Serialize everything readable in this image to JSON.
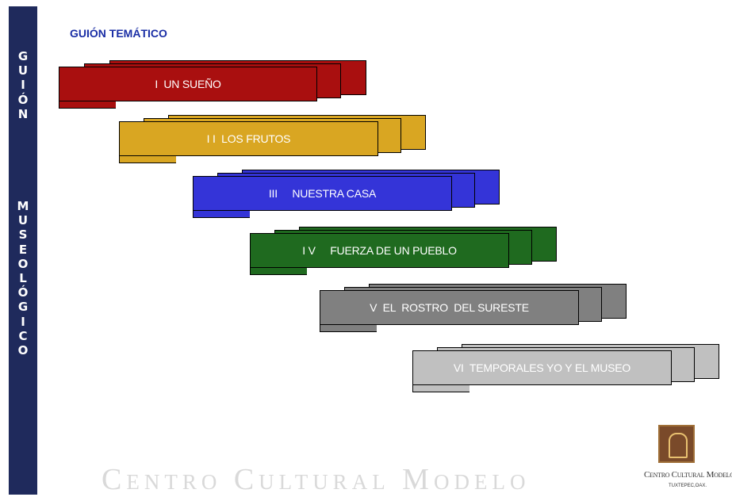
{
  "sidebar": {
    "letters_top": [
      "G",
      "U",
      "I",
      "Ó",
      "N"
    ],
    "letters_bottom": [
      "M",
      "U",
      "S",
      "E",
      "O",
      "L",
      "Ó",
      "G",
      "I",
      "C",
      "O"
    ]
  },
  "heading": "GUIÓN TEMÁTICO",
  "themes": [
    {
      "label": "I  UN SUEÑO",
      "color": "#a90f0f"
    },
    {
      "label": "I I  LOS FRUTOS",
      "color": "#d9a622"
    },
    {
      "label": "III     NUESTRA CASA",
      "color": "#3434d8"
    },
    {
      "label": "I V     FUERZA DE UN PUEBLO",
      "color": "#1f6a1f"
    },
    {
      "label": "V  EL  ROSTRO  DEL SURESTE",
      "color": "#808080"
    },
    {
      "label": "VI  TEMPORALES YO Y EL MUSEO",
      "color": "#c0c0c0"
    }
  ],
  "watermark": "Centro Cultural Modelo",
  "logo": {
    "icon": "cultural-center-emblem-icon",
    "name": "Centro Cultural Modelo",
    "location": "TUXTEPEC,OAX."
  }
}
